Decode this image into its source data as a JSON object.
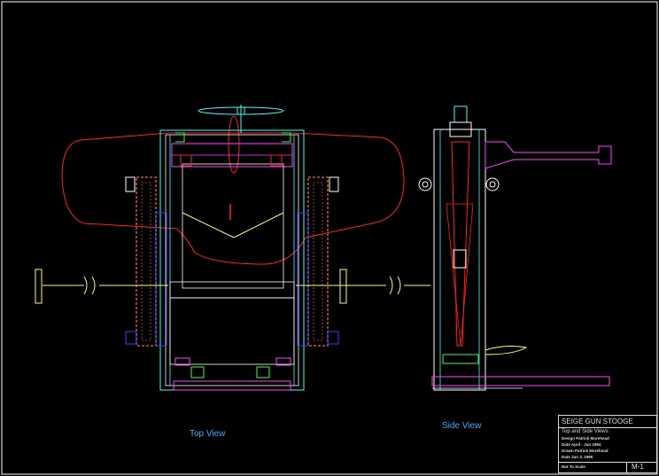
{
  "views": {
    "top_label": "Top View",
    "side_label": "Side View"
  },
  "title_block": {
    "title": "SEIGE GUN STOOGE",
    "subtitle": "Top and Side Views",
    "design": "Design  Patrick Morehead",
    "date1": "Date   April - Jun 1994",
    "drawn": "Drawn  Patrick Morehead",
    "date2": "Date   Jun 3, 1995",
    "scale": "Not To Scale",
    "sheet": "M-1"
  },
  "colors": {
    "background": "#000000",
    "white": "#ffffff",
    "red": "#ff2020",
    "yellow": "#ffff66",
    "cyan": "#40ffff",
    "magenta": "#ff40ff",
    "blue": "#3040ff",
    "green": "#40ff40",
    "brown": "#a04020",
    "label_blue": "#3fa9ff"
  }
}
